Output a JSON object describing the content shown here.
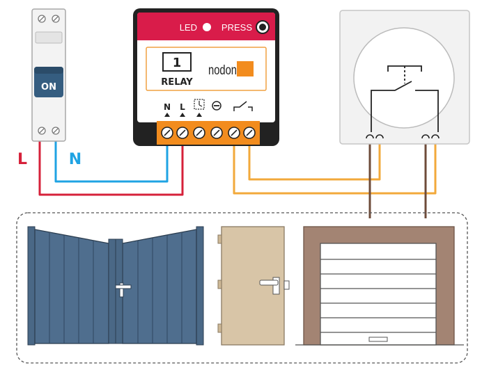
{
  "breaker": {
    "state_label": "ON",
    "line_label": "L",
    "neutral_label": "N"
  },
  "relay": {
    "led_label": "LED",
    "press_label": "PRESS",
    "channel_number": "1",
    "type_label": "RELAY",
    "brand_name": "nodon",
    "terminal_n": "N",
    "terminal_l": "L"
  },
  "colors": {
    "red_wire": "#d6213a",
    "blue_wire": "#1fa3e3",
    "orange_wire": "#f2a93b",
    "brown_wire": "#6e4b3a",
    "relay_red": "#d91c4a",
    "terminal_orange": "#f28c1e",
    "gate_blue": "#4f6e8e",
    "door_beige": "#d8c5a7",
    "garage_brown": "#a38473"
  },
  "devices": [
    "gate-icon",
    "door-icon",
    "garage-door-icon"
  ]
}
